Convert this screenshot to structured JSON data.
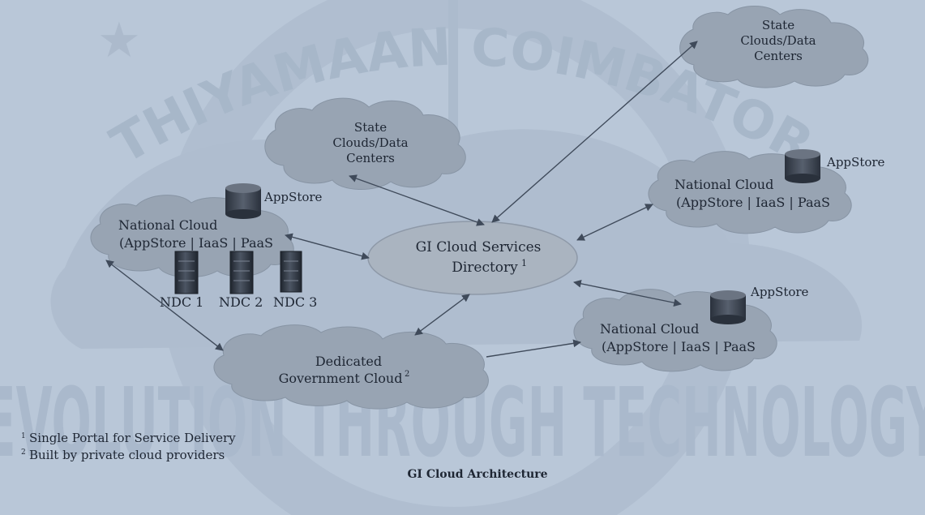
{
  "diagram": {
    "title": "GI Cloud Architecture",
    "watermark": {
      "arc_text": "ATHIYAMAAN COIMBATORE",
      "banner_text": "EVOLUTION THROUGH TECHNOLOGY"
    },
    "hub": {
      "line1": "GI Cloud Services",
      "line2": "Directory",
      "note_marker": "1"
    },
    "state_clouds": [
      {
        "line1": "State",
        "line2": "Clouds/Data",
        "line3": "Centers"
      },
      {
        "line1": "State",
        "line2": "Clouds/Data",
        "line3": "Centers"
      }
    ],
    "national_clouds": [
      {
        "line1": "National Cloud",
        "line2": "(AppStore | IaaS | PaaS",
        "appstore_label": "AppStore"
      },
      {
        "line1": "National Cloud",
        "line2": "(AppStore | IaaS | PaaS",
        "appstore_label": "AppStore"
      },
      {
        "line1": "National Cloud",
        "line2": "(AppStore | IaaS | PaaS",
        "appstore_label": "AppStore"
      }
    ],
    "ndc_labels": [
      "NDC 1",
      "NDC 2",
      "NDC 3"
    ],
    "dedicated_cloud": {
      "line1": "Dedicated",
      "line2": "Government Cloud",
      "note_marker": "2"
    },
    "footnotes": [
      {
        "marker": "1",
        "text": "Single Portal for Service Delivery"
      },
      {
        "marker": "2",
        "text": "Built by private cloud providers"
      }
    ],
    "colors": {
      "background": "#b9c7d8",
      "cloud_fill": "#98a4b3",
      "hub_fill": "#aab4c0",
      "arrow": "#3f4a5a",
      "text": "#1e2633",
      "watermark": "#8e9cb0"
    }
  }
}
